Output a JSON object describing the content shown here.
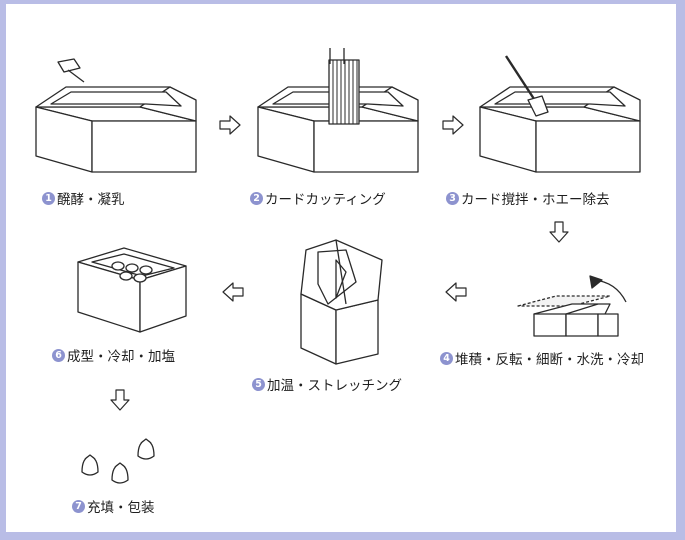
{
  "colors": {
    "frame": "#b9bde6",
    "badge": "#8d93cf",
    "line": "#2a2a2a"
  },
  "steps": [
    {
      "num": "1",
      "label": "醗酵・凝乳"
    },
    {
      "num": "2",
      "label": "カードカッティング"
    },
    {
      "num": "3",
      "label": "カード撹拌・ホエー除去"
    },
    {
      "num": "4",
      "label": "堆積・反転・細断・水洗・冷却"
    },
    {
      "num": "5",
      "label": "加温・ストレッチング"
    },
    {
      "num": "6",
      "label": "成型・冷却・加塩"
    },
    {
      "num": "7",
      "label": "充填・包装"
    }
  ]
}
